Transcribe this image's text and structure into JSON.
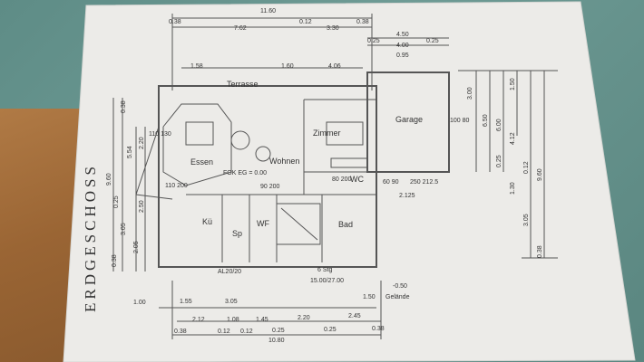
{
  "sheet_title": "ERDGESCHOSS",
  "rooms": {
    "terrasse": "Terrasse",
    "garage": "Garage",
    "zimmer": "Zimmer",
    "essen": "Essen",
    "wohnen": "Wohnen",
    "fok": "FOK EG = 0.00",
    "kue": "Kü",
    "sp": "Sp",
    "wf": "WF",
    "bad": "Bad",
    "wc": "WC",
    "gelaende": "Gelände",
    "stg": "6 Stg",
    "stg_dims": "15.00/27.00",
    "al": "AL20/20"
  },
  "dims_top": {
    "total": "11.60",
    "a": "0.38",
    "b": "7.62",
    "c": "0.12",
    "d": "3.30",
    "e": "0.38",
    "f": "4.50",
    "g": "0.25",
    "h": "4.00",
    "i": "0.25",
    "j": "0.95",
    "k": "1.58",
    "l": "1.60",
    "m": "4.06"
  },
  "dims_bottom": {
    "total": "10.80",
    "a": "1.55",
    "b": "3.05",
    "c": "1.50",
    "d": "2.12",
    "e": "1.08",
    "f": "1.45",
    "g": "2.20",
    "h": "2.45",
    "i": "0.38",
    "j": "0.12",
    "k": "0.12",
    "l": "0.25",
    "m": "0.25",
    "n": "0.38",
    "o": "1.00",
    "p": "-0.50"
  },
  "dims_left": {
    "total": "9.60",
    "a": "5.54",
    "b": "2.20",
    "c": "2.50",
    "d": "3.05",
    "e": "2.05",
    "f": "0.38",
    "g": "0.38",
    "h": "0.25"
  },
  "dims_right": {
    "a": "3.00",
    "b": "6.50",
    "c": "6.00",
    "d": "1.50",
    "e": "4.12",
    "f": "9.60",
    "g": "3.05",
    "h": "0.25",
    "i": "1.30",
    "j": "0.38",
    "k": "0.12"
  },
  "openings": {
    "o1": "110\n130",
    "o2": "110\n200",
    "o3": "90\n200",
    "o4": "80\n200",
    "o5": "100\n80",
    "o6": "60\n90",
    "o7": "250\n212.5",
    "o8": "2.125"
  }
}
